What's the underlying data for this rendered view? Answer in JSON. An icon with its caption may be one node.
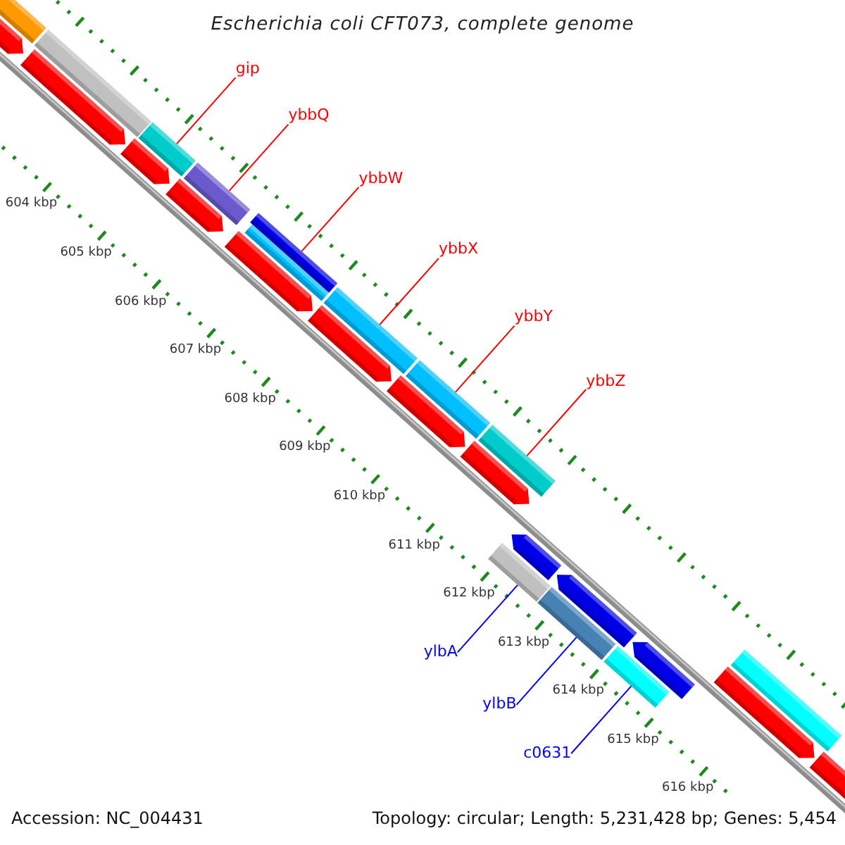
{
  "diagram": {
    "title": "Escherichia coli CFT073, complete genome",
    "nodes": [
      {
        "text": [
          "gip"
        ]
      },
      {
        "text": [
          "ybbQ"
        ]
      },
      {
        "text": [
          "ybbW"
        ]
      },
      {
        "text": [
          "ybbX"
        ]
      },
      {
        "text": [
          "ybbY"
        ]
      },
      {
        "text": [
          "ybbZ"
        ]
      },
      {
        "text": [
          "ylbA"
        ]
      },
      {
        "text": [
          "ylbB"
        ]
      },
      {
        "text": [
          "c0631"
        ]
      },
      {
        "text": [],
        "shape": "bar"
      },
      {
        "text": [],
        "shape": "bar"
      },
      {
        "text": [],
        "shape": "bar"
      },
      {
        "text": [],
        "shape": "bar"
      },
      {
        "text": [],
        "shape": "bar"
      },
      {
        "text": [],
        "shape": "bar"
      },
      {
        "text": [],
        "shape": "bar"
      },
      {
        "text": [],
        "shape": "bar"
      },
      {
        "text": [],
        "shape": "bar"
      }
    ],
    "edges": [
      {
        "from": 0,
        "to": 9,
        "arrow": "none"
      },
      {
        "from": 1,
        "to": 10,
        "arrow": "none"
      },
      {
        "from": 2,
        "to": 11,
        "arrow": "none"
      },
      {
        "from": 3,
        "to": 12,
        "arrow": "none"
      },
      {
        "from": 4,
        "to": 13,
        "arrow": "none"
      },
      {
        "from": 5,
        "to": 14,
        "arrow": "none"
      },
      {
        "from": 6,
        "to": 15,
        "arrow": "none",
        "color": "#0000ff"
      },
      {
        "from": 7,
        "to": 16,
        "arrow": "none",
        "color": "#0000ff"
      },
      {
        "from": 8,
        "to": 17,
        "arrow": "none",
        "color": "#0000ff"
      }
    ],
    "labels": [
      "604 kbp",
      "605 kbp",
      "606 kbp",
      "607 kbp",
      "608 kbp",
      "609 kbp",
      "610 kbp",
      "611 kbp",
      "612 kbp",
      "613 kbp",
      "614 kbp",
      "615 kbp",
      "616 kbp",
      "Accession: NC_004431",
      "Topology: circular; Length: 5,231,428 bp; Genes: 5,454"
    ]
  }
}
